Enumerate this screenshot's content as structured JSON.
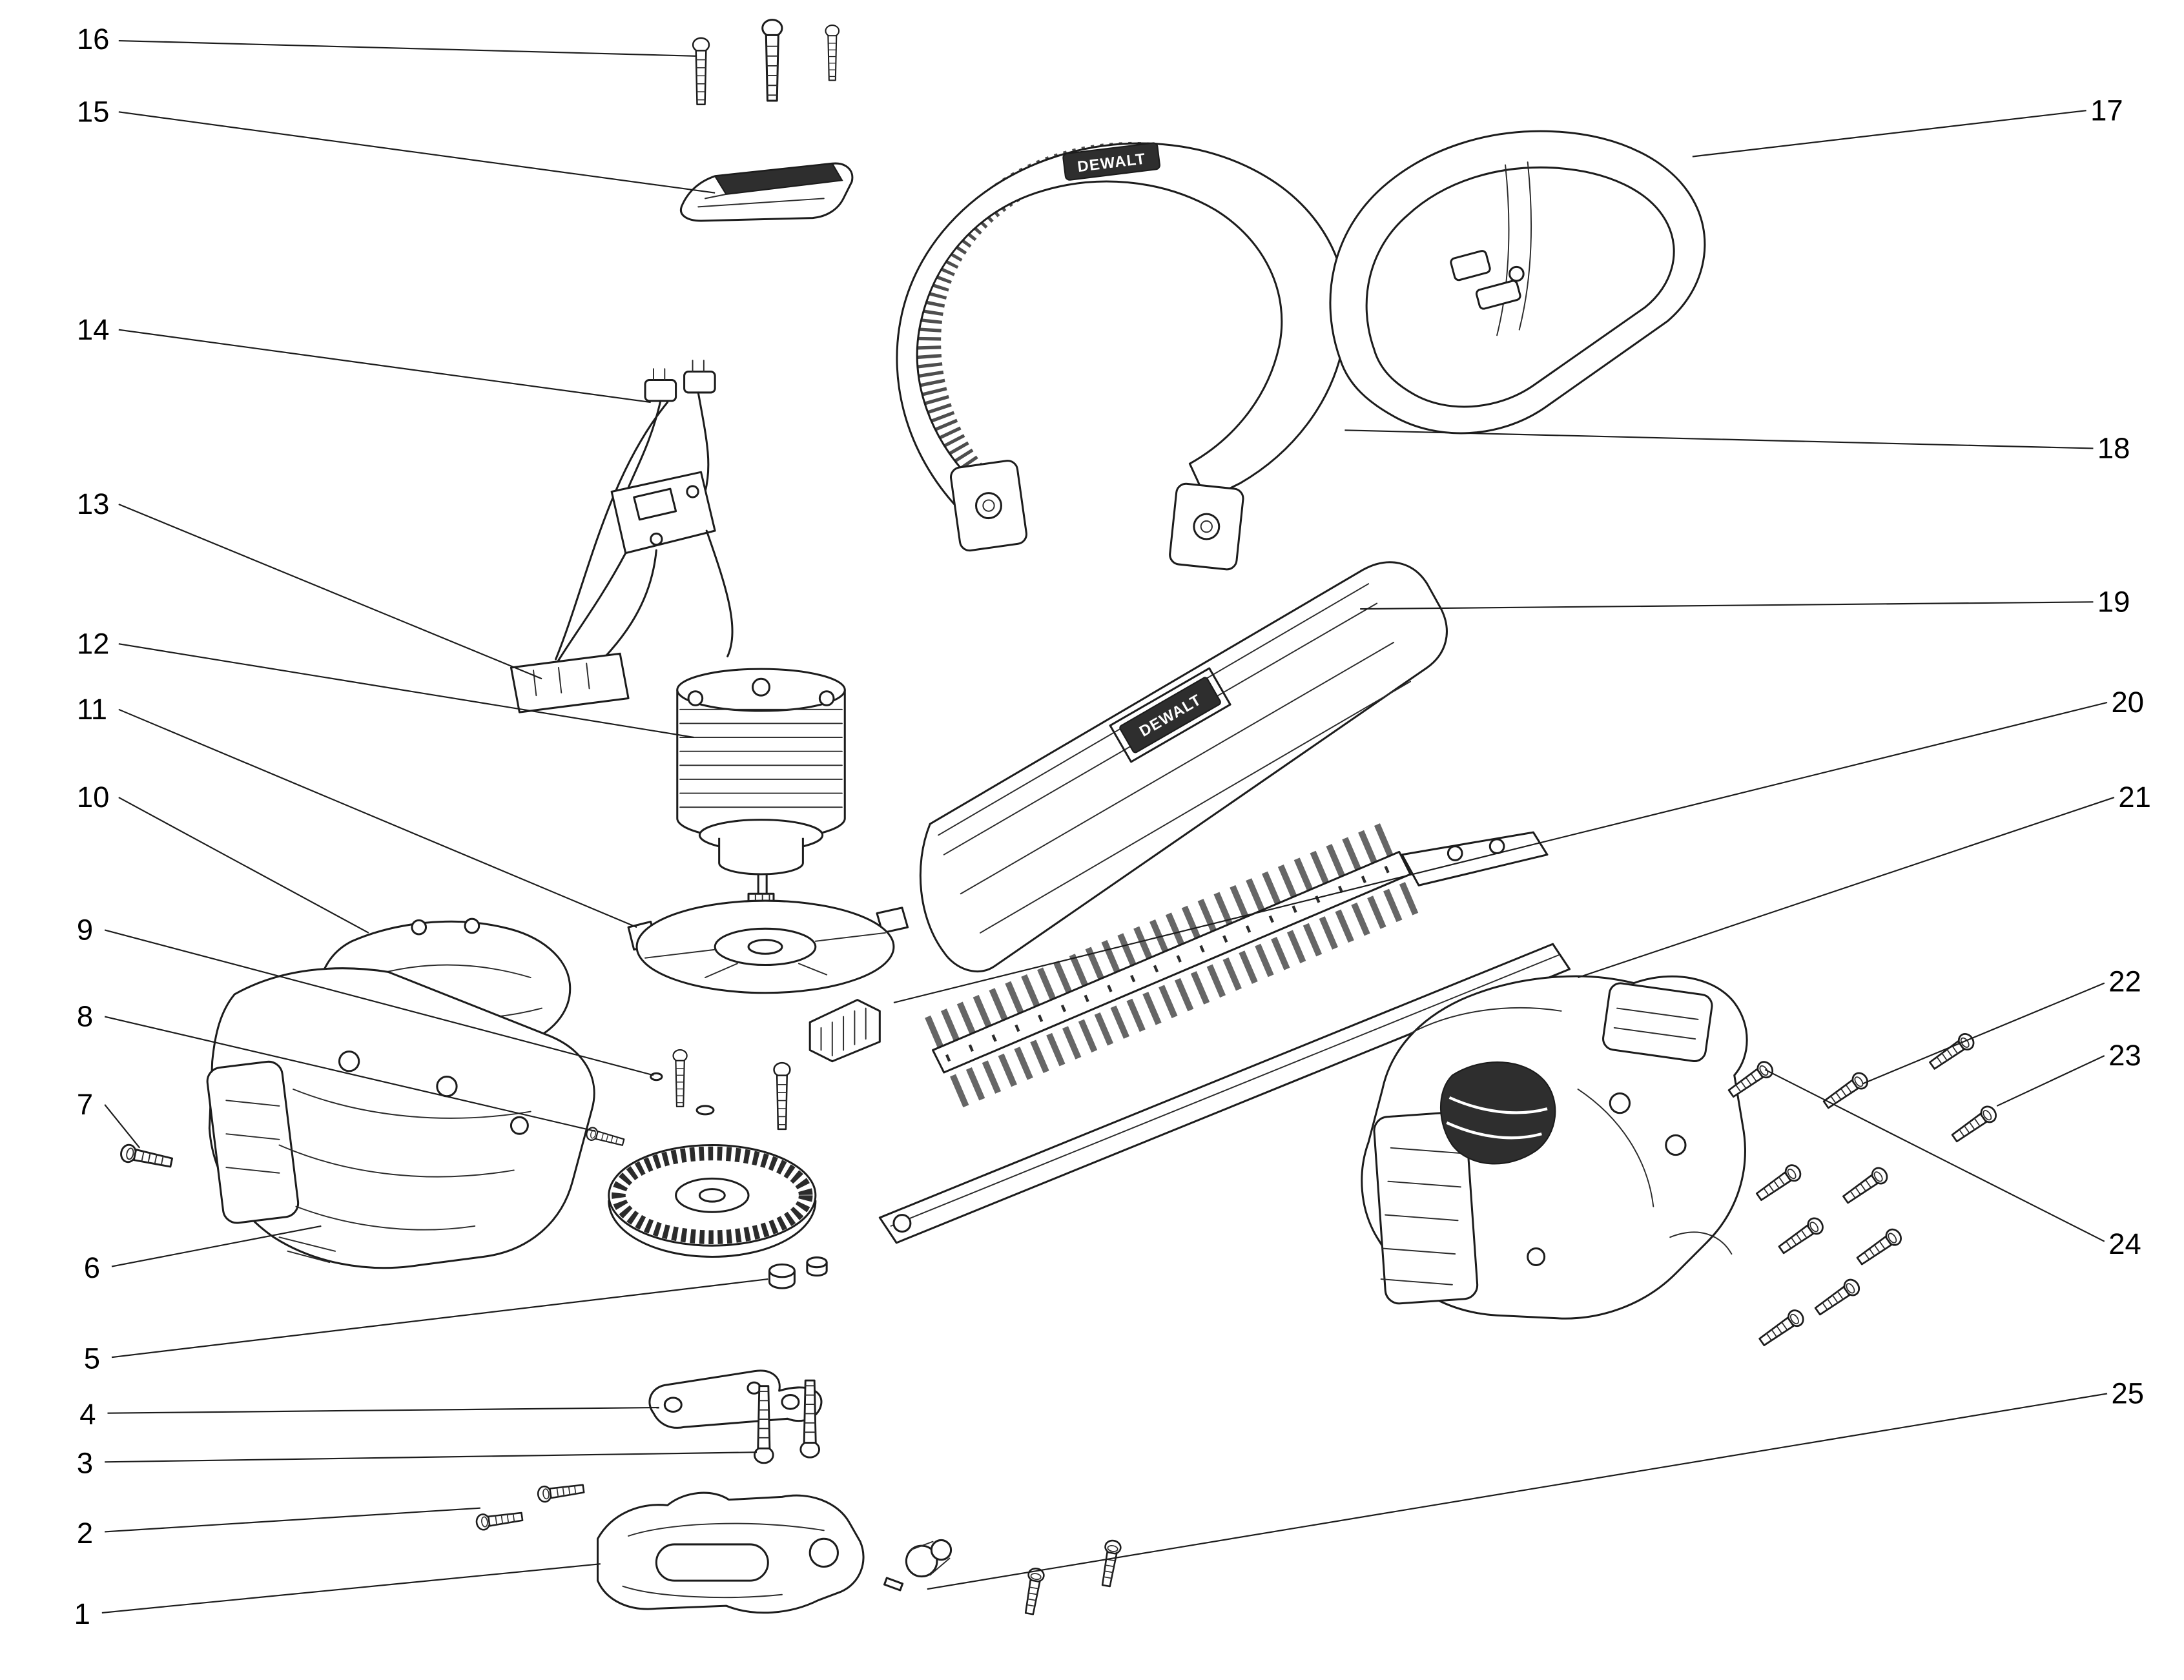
{
  "page": {
    "background": "#ffffff"
  },
  "brand": {
    "handle_logo": "DEWALT",
    "guard_logo": "DEWALT"
  },
  "callouts": [
    "1",
    "2",
    "3",
    "4",
    "5",
    "6",
    "7",
    "8",
    "9",
    "10",
    "11",
    "12",
    "13",
    "14",
    "15",
    "16",
    "17",
    "18",
    "19",
    "20",
    "21",
    "22",
    "23",
    "24",
    "25"
  ]
}
